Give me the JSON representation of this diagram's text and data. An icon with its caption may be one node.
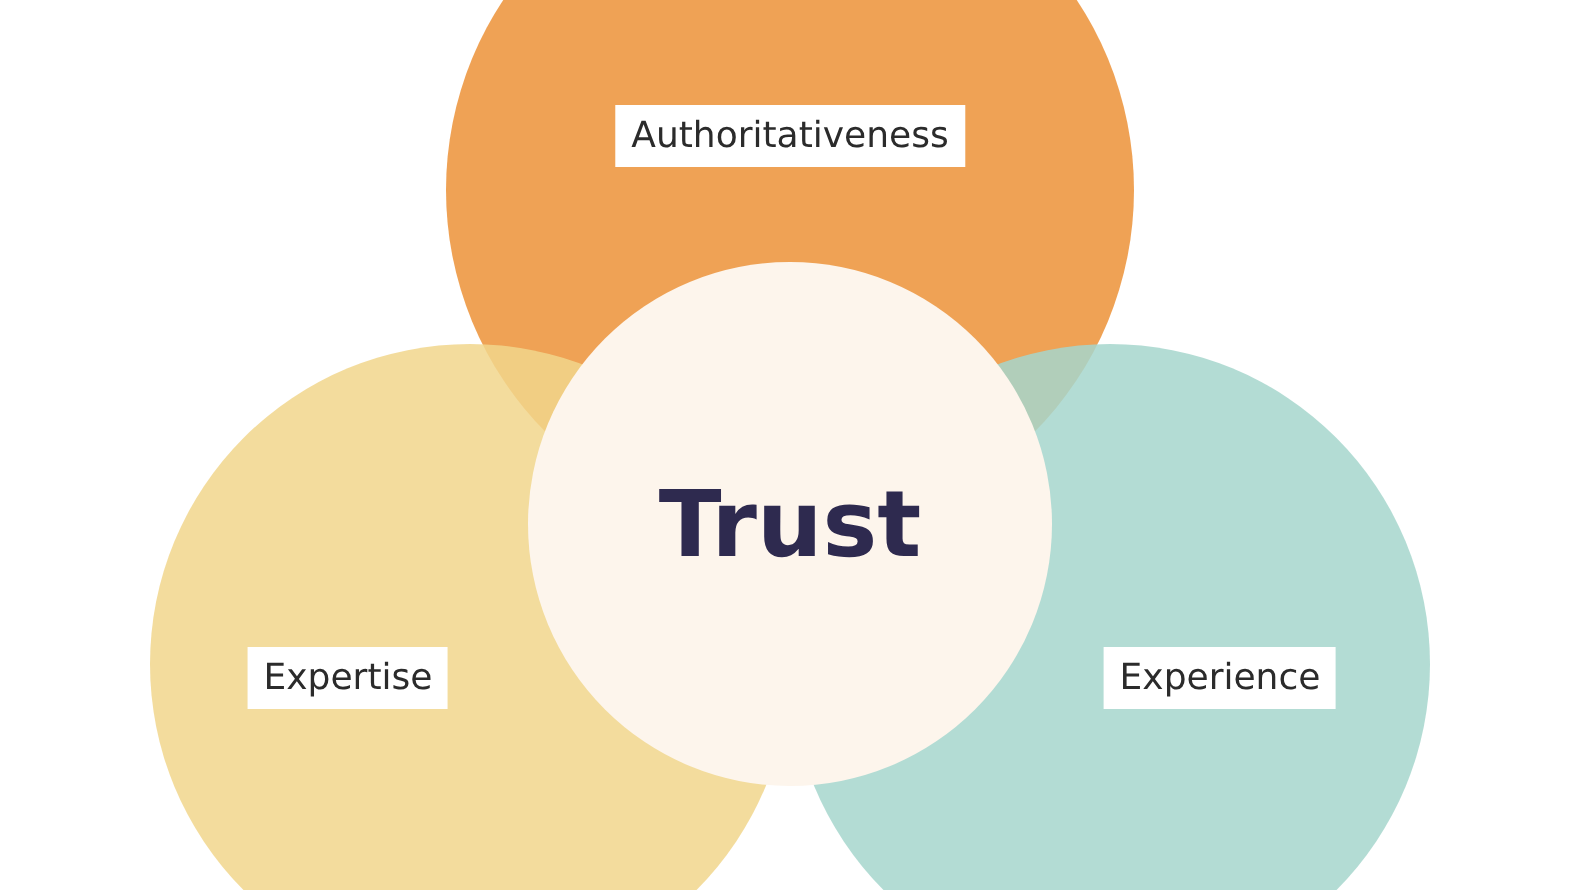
{
  "diagram": {
    "nodes": [
      {
        "text": [
          "Authoritativeness"
        ]
      },
      {
        "text": [
          "Trust"
        ]
      },
      {
        "text": [
          "Expertise"
        ]
      },
      {
        "text": [
          "Experience"
        ]
      }
    ]
  }
}
